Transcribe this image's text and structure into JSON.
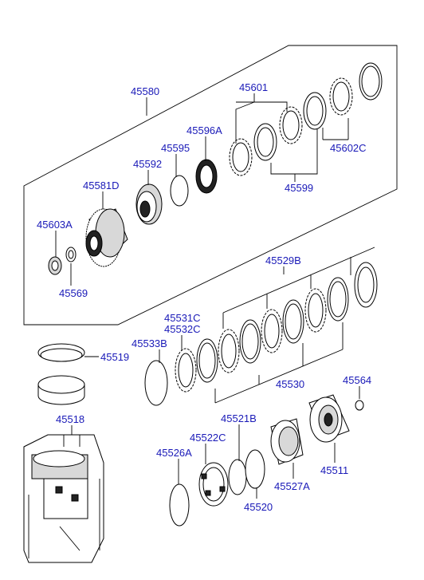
{
  "labels": {
    "l45580": "45580",
    "l45601": "45601",
    "l45596A": "45596A",
    "l45595": "45595",
    "l45592": "45592",
    "l45581D": "45581D",
    "l45603A": "45603A",
    "l45569": "45569",
    "l45602C": "45602C",
    "l45599": "45599",
    "l45529B": "45529B",
    "l45531C": "45531C",
    "l45532C": "45532C",
    "l45533B": "45533B",
    "l45519": "45519",
    "l45530": "45530",
    "l45564": "45564",
    "l45518": "45518",
    "l45521B": "45521B",
    "l45522C": "45522C",
    "l45526A": "45526A",
    "l45511": "45511",
    "l45527A": "45527A",
    "l45520": "45520"
  },
  "colors": {
    "label": "#1a1ab8",
    "line": "#000000"
  }
}
